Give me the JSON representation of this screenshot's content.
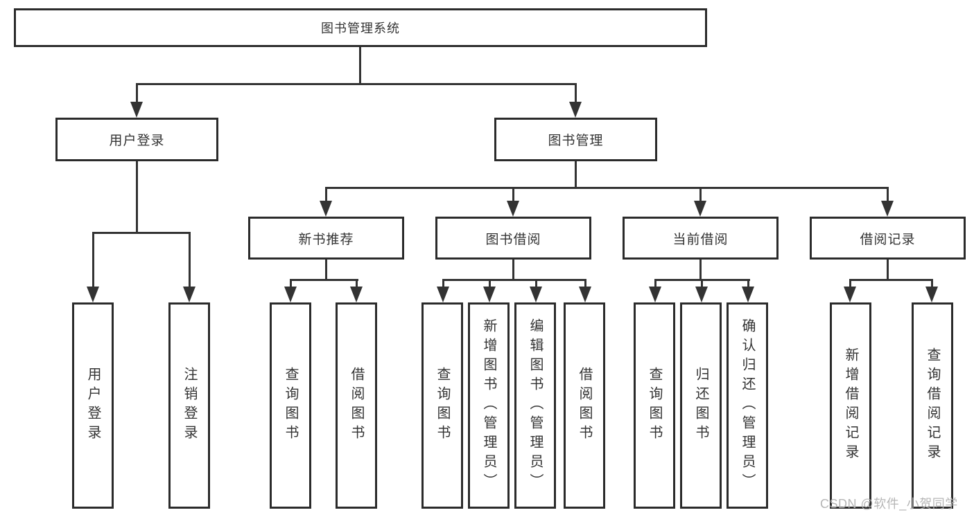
{
  "diagram": {
    "root": {
      "label": "图书管理系统"
    },
    "level1": [
      {
        "id": "user-login",
        "label": "用户登录"
      },
      {
        "id": "book-management",
        "label": "图书管理"
      }
    ],
    "level2": [
      {
        "id": "new-book-recommend",
        "label": "新书推荐",
        "parent": "图书管理"
      },
      {
        "id": "book-borrow",
        "label": "图书借阅",
        "parent": "图书管理"
      },
      {
        "id": "current-borrow",
        "label": "当前借阅",
        "parent": "图书管理"
      },
      {
        "id": "borrow-records",
        "label": "借阅记录",
        "parent": "图书管理"
      }
    ],
    "leaves": [
      {
        "label": "用户登录",
        "parent": "用户登录"
      },
      {
        "label": "注销登录",
        "parent": "用户登录"
      },
      {
        "label": "查询图书",
        "parent": "新书推荐"
      },
      {
        "label": "借阅图书",
        "parent": "新书推荐"
      },
      {
        "label": "查询图书",
        "parent": "图书借阅"
      },
      {
        "label": "新增图书（管理员）",
        "parent": "图书借阅"
      },
      {
        "label": "编辑图书（管理员）",
        "parent": "图书借阅"
      },
      {
        "label": "借阅图书",
        "parent": "图书借阅"
      },
      {
        "label": "查询图书",
        "parent": "当前借阅"
      },
      {
        "label": "归还图书",
        "parent": "当前借阅"
      },
      {
        "label": "确认归还（管理员）",
        "parent": "当前借阅"
      },
      {
        "label": "新增借阅记录",
        "parent": "借阅记录"
      },
      {
        "label": "查询借阅记录",
        "parent": "借阅记录"
      }
    ],
    "watermark": "CSDN @软件_小贺同学",
    "colors": {
      "line": "#333333",
      "box_border": "#2b2b2b",
      "box_fill": "#ffffff",
      "text": "#333333",
      "watermark": "#b2b2b2"
    }
  }
}
